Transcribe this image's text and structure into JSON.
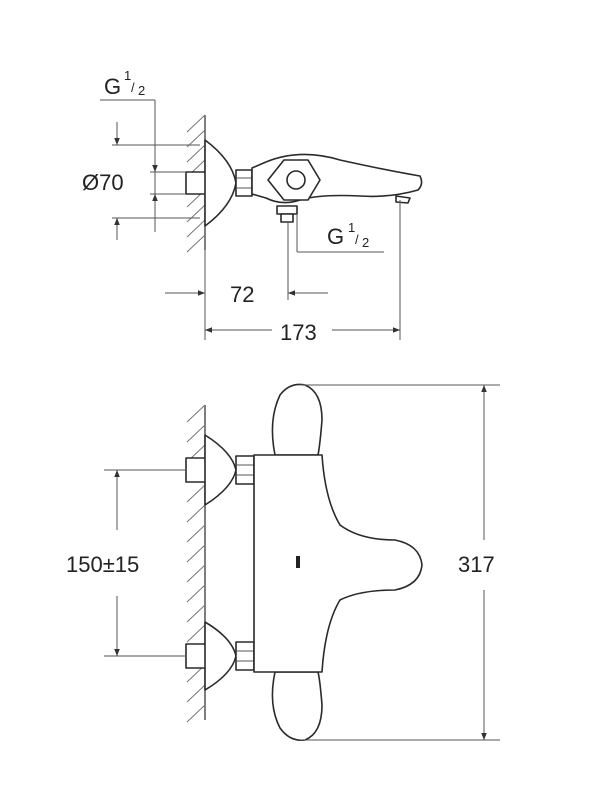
{
  "labels": {
    "thread_top": "G",
    "thread_top_num": "1",
    "thread_top_den": "2",
    "diameter": "Ø70",
    "thread_outlet": "G",
    "thread_outlet_num": "1",
    "thread_outlet_den": "2",
    "dim_72": "72",
    "dim_173": "173",
    "dim_150": "150±15",
    "dim_317": "317"
  }
}
